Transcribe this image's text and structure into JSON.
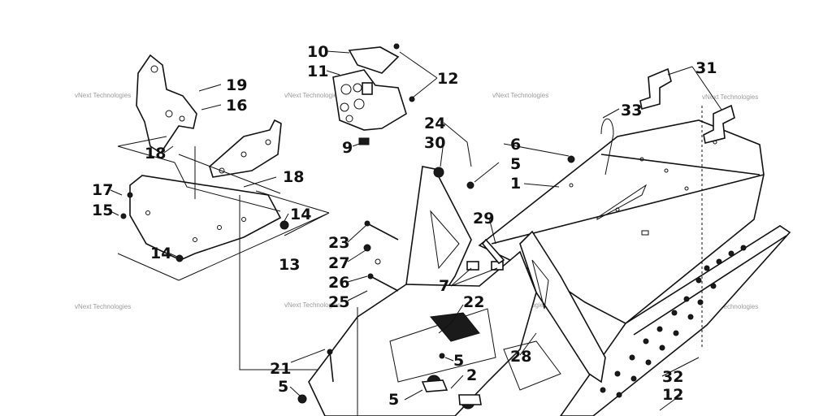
{
  "watermark": "vNext Technologies",
  "callouts": {
    "c10": "10",
    "c11": "11",
    "c12a": "12",
    "c9": "9",
    "c19": "19",
    "c16": "16",
    "c18a": "18",
    "c18b": "18",
    "c17": "17",
    "c15": "15",
    "c14a": "14",
    "c14b": "14",
    "c13": "13",
    "c24": "24",
    "c30": "30",
    "c6": "6",
    "c5a": "5",
    "c1": "1",
    "c33": "33",
    "c31": "31",
    "c29": "29",
    "c23": "23",
    "c27": "27",
    "c26": "26",
    "c25": "25",
    "c7": "7",
    "c22": "22",
    "c5b": "5",
    "c28": "28",
    "c2": "2",
    "c21": "21",
    "c5c": "5",
    "c5d": "5",
    "c32": "32",
    "c12b": "12"
  }
}
